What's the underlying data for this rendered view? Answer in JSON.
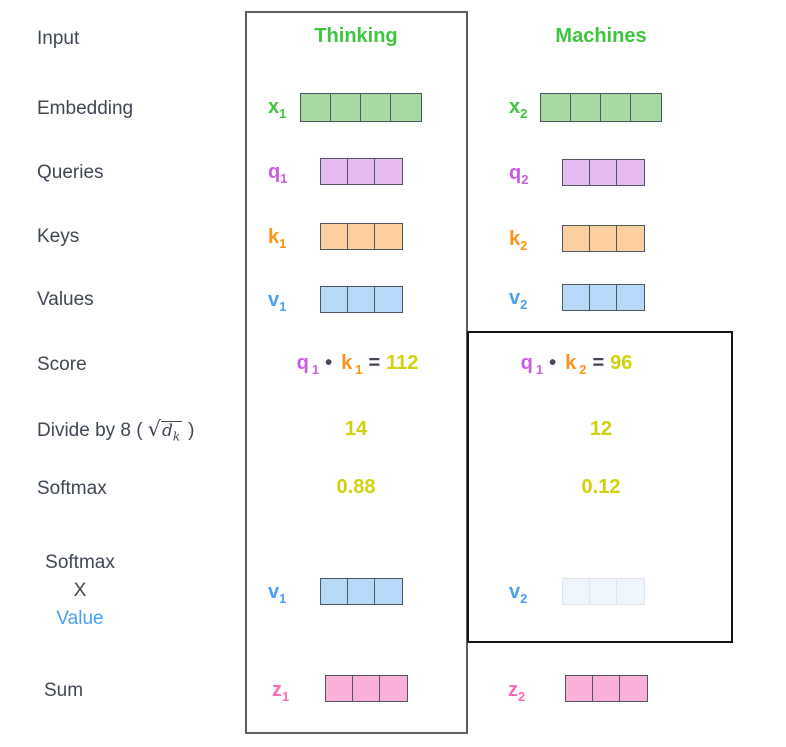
{
  "palette": {
    "text-dark": "#3f4754",
    "green-label": "#3ec53e",
    "green-fill": "#a5dba0",
    "purple-label": "#cb5ce0",
    "purple-fill": "#e5b9f2",
    "orange-label": "#ff9317",
    "orange-fill": "#fccf9e",
    "blue-label": "#4aa0f4",
    "blue-fill": "#b7d9f9",
    "blue-faded-fill": "#eff5fc",
    "blue-faded-stroke": "#dde4ec",
    "pink-label": "#fc6cb8",
    "pink-fill": "#fbb0d9",
    "yellow-value": "#d1d10b",
    "cell-stroke": "#4e5863"
  },
  "left_labels": {
    "input": "Input",
    "embedding": "Embedding",
    "queries": "Queries",
    "keys": "Keys",
    "values": "Values",
    "score": "Score",
    "divide_prefix": "Divide by 8 (",
    "divide_radical": "√",
    "divide_d": "d",
    "divide_k": "k",
    "divide_suffix": ")",
    "softmax": "Softmax",
    "softmax_x_line1": "Softmax",
    "softmax_x_line2": "X",
    "softmax_x_line3": "Value",
    "sum": "Sum"
  },
  "columns": {
    "thinking": "Thinking",
    "machines": "Machines"
  },
  "vectors": {
    "x1": {
      "letter": "x",
      "sub": "1",
      "cells": 4,
      "fill": "green-fill",
      "stroke": "cell-stroke",
      "label_color": "green-label"
    },
    "x2": {
      "letter": "x",
      "sub": "2",
      "cells": 4,
      "fill": "green-fill",
      "stroke": "cell-stroke",
      "label_color": "green-label"
    },
    "q1": {
      "letter": "q",
      "sub": "1",
      "cells": 3,
      "fill": "purple-fill",
      "stroke": "cell-stroke",
      "label_color": "purple-label"
    },
    "q2": {
      "letter": "q",
      "sub": "2",
      "cells": 3,
      "fill": "purple-fill",
      "stroke": "cell-stroke",
      "label_color": "purple-label"
    },
    "k1": {
      "letter": "k",
      "sub": "1",
      "cells": 3,
      "fill": "orange-fill",
      "stroke": "cell-stroke",
      "label_color": "orange-label"
    },
    "k2": {
      "letter": "k",
      "sub": "2",
      "cells": 3,
      "fill": "orange-fill",
      "stroke": "cell-stroke",
      "label_color": "orange-label"
    },
    "v1": {
      "letter": "v",
      "sub": "1",
      "cells": 3,
      "fill": "blue-fill",
      "stroke": "cell-stroke",
      "label_color": "blue-label"
    },
    "v2": {
      "letter": "v",
      "sub": "2",
      "cells": 3,
      "fill": "blue-fill",
      "stroke": "cell-stroke",
      "label_color": "blue-label"
    },
    "v1_weighted": {
      "letter": "v",
      "sub": "1",
      "cells": 3,
      "fill": "blue-fill",
      "stroke": "cell-stroke",
      "label_color": "blue-label"
    },
    "v2_weighted": {
      "letter": "v",
      "sub": "2",
      "cells": 3,
      "fill": "blue-faded-fill",
      "stroke": "blue-faded-stroke",
      "label_color": "blue-label"
    },
    "z1": {
      "letter": "z",
      "sub": "1",
      "cells": 3,
      "fill": "pink-fill",
      "stroke": "cell-stroke",
      "label_color": "pink-label"
    },
    "z2": {
      "letter": "z",
      "sub": "2",
      "cells": 3,
      "fill": "pink-fill",
      "stroke": "cell-stroke",
      "label_color": "pink-label"
    }
  },
  "score_row": {
    "thinking": {
      "q_letter": "q",
      "q_sub": "1",
      "dot": "•",
      "k_letter": "k",
      "k_sub": "1",
      "equals": "=",
      "value": "112"
    },
    "machines": {
      "q_letter": "q",
      "q_sub": "1",
      "dot": "•",
      "k_letter": "k",
      "k_sub": "2",
      "equals": "=",
      "value": "96"
    }
  },
  "divide_row": {
    "thinking": "14",
    "machines": "12"
  },
  "softmax_row": {
    "thinking": "0.88",
    "machines": "0.12"
  }
}
